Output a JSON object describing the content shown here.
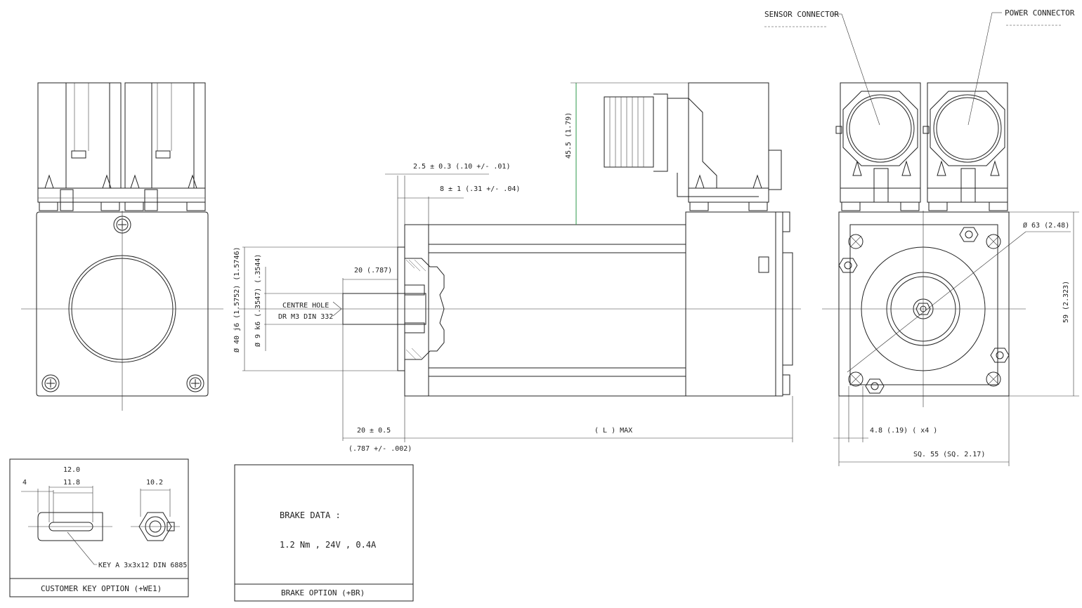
{
  "labels": {
    "sensor_connector": "SENSOR CONNECTOR",
    "power_connector": "POWER CONNECTOR",
    "tol_flange": "2.5 ± 0.3  (.10 +/- .01)",
    "tol_step": "8 ± 1  (.31 +/- .04)",
    "height_connector": "45.5  (1.79)",
    "shaft_length_20": "20  (.787)",
    "centre_hole_1": "CENTRE HOLE",
    "centre_hole_2": "DR M3 DIN 332",
    "dia_pilot": "Ø 40 j6  (1.5752)  (1.5746)",
    "dia_shaft": "Ø 9 k6  (.3547)  (.3544)",
    "shaft_tol": "20 ± 0.5",
    "shaft_tol_in": "(.787 +/- .002)",
    "length_max": "( L ) MAX",
    "dia_63": "Ø 63  (2.48)",
    "height_59": "59  (2.323)",
    "holes": "4.8 (.19) ( x4 )",
    "square": "SQ. 55  (SQ. 2.17)"
  },
  "key_option": {
    "dim_12": "12.0",
    "dim_11_8": "11.8",
    "dim_4": "4",
    "dim_10_2": "10.2",
    "key_note": "KEY A 3x3x12 DIN 6885",
    "title": "CUSTOMER KEY OPTION (+WE1)"
  },
  "brake_option": {
    "heading": "BRAKE DATA :",
    "values": "1.2 Nm , 24V , 0.4A",
    "title": "BRAKE OPTION (+BR)"
  },
  "colors": {
    "line": "#222222",
    "dimension_accent": "#2e9a4a",
    "background": "#ffffff"
  }
}
